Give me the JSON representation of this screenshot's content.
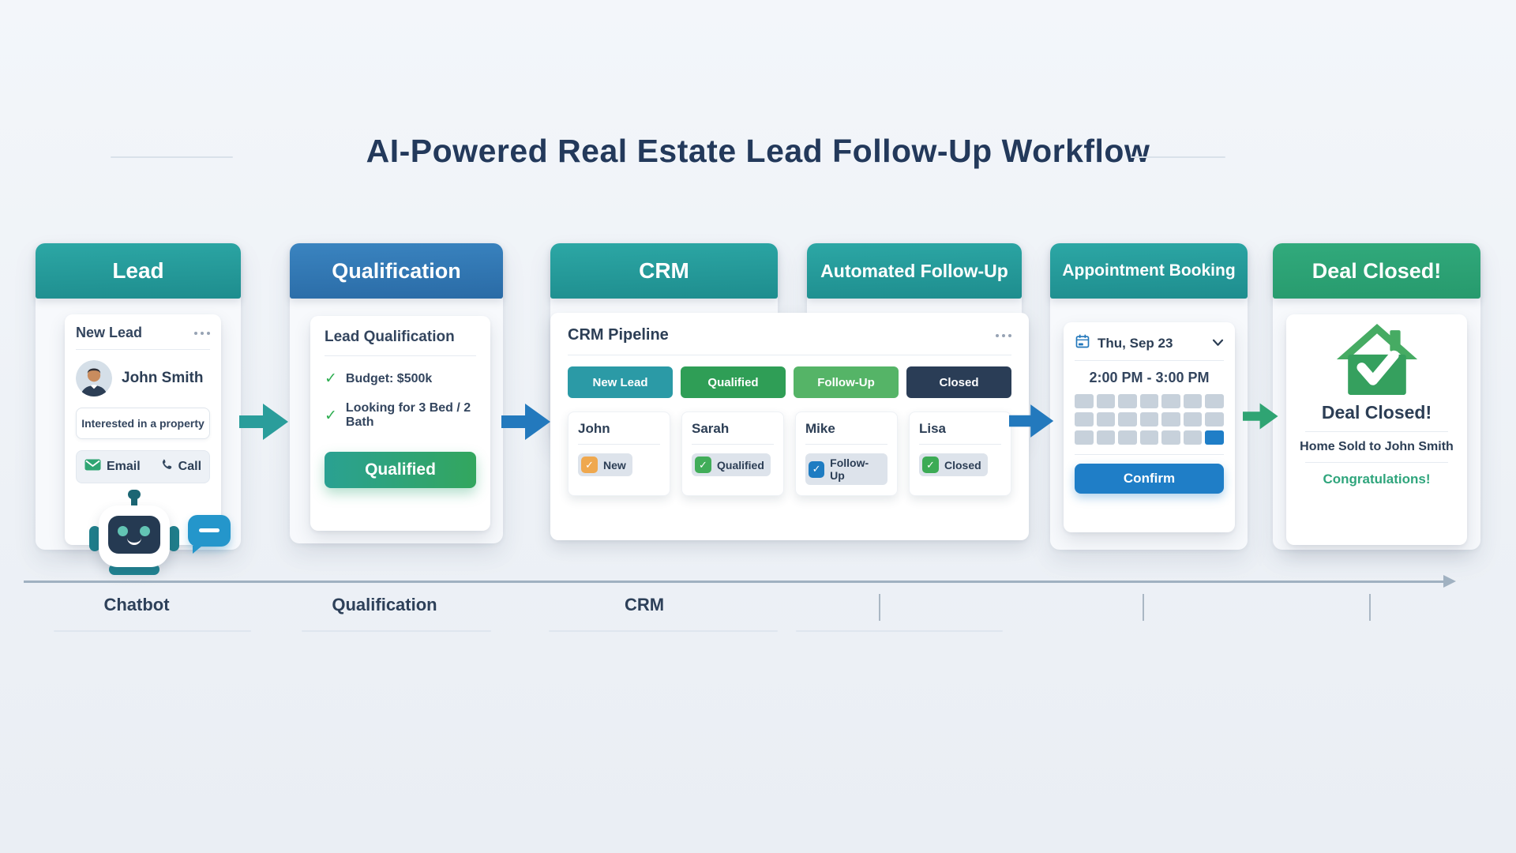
{
  "title": {
    "text": "AI-Powered Real Estate Lead Follow-Up Workflow"
  },
  "lead": {
    "header": "Lead",
    "card_title": "New Lead",
    "name": "John Smith",
    "note": "Interested in a property",
    "actions": {
      "email": "Email",
      "call": "Call"
    }
  },
  "qualification": {
    "header": "Qualification",
    "card_title": "Lead Qualification",
    "checklist": [
      {
        "label": "Budget: $500k"
      },
      {
        "label": "Looking for 3 Bed / 2 Bath"
      }
    ],
    "button_label": "Qualified"
  },
  "crm": {
    "header": "CRM",
    "panel_title": "CRM Pipeline",
    "stages": [
      {
        "label": "New Lead",
        "color": "#2b9aa6"
      },
      {
        "label": "Qualified",
        "color": "#2f9e56"
      },
      {
        "label": "Follow-Up",
        "color": "#55b467"
      },
      {
        "label": "Closed",
        "color": "#2a3d56"
      }
    ],
    "leads": [
      {
        "name": "John",
        "status": "New",
        "badge_color": "#efa84e"
      },
      {
        "name": "Sarah",
        "status": "Qualified",
        "badge_color": "#41ad59"
      },
      {
        "name": "Mike",
        "status": "Follow-Up",
        "badge_color": "#1e7cc2"
      },
      {
        "name": "Lisa",
        "status": "Closed",
        "badge_color": "#3cab55"
      }
    ]
  },
  "followup": {
    "header": "Automated Follow-Up"
  },
  "appointment": {
    "header": "Appointment Booking",
    "date": "Thu, Sep 23",
    "time": "2:00 PM - 3:00 PM",
    "calendar": {
      "columns": 7,
      "rows": 3,
      "selected_index": 20,
      "cell_color": "#c7d1db",
      "selected_color": "#1f7ec7"
    },
    "confirm_label": "Confirm"
  },
  "deal": {
    "header": "Deal Closed!",
    "title": "Deal Closed!",
    "subtitle": "Home Sold to John Smith",
    "note": "Congratulations!"
  },
  "timeline": {
    "labels": [
      "Chatbot",
      "Qualification",
      "CRM"
    ]
  },
  "colors": {
    "arrow_teal": "#2a9d9b",
    "arrow_blue": "#2379bd",
    "arrow_green": "#2fa473",
    "confirm_blue": "#1f7ec7",
    "qualified_gradient_start": "#2aa192",
    "qualified_gradient_end": "#33a65e",
    "header_teal": "#228f90",
    "header_blue": "#2f77b3",
    "header_green": "#2ba276",
    "check_green": "#2fae52",
    "email_green": "#2fa573",
    "title_navy": "#23395b"
  }
}
